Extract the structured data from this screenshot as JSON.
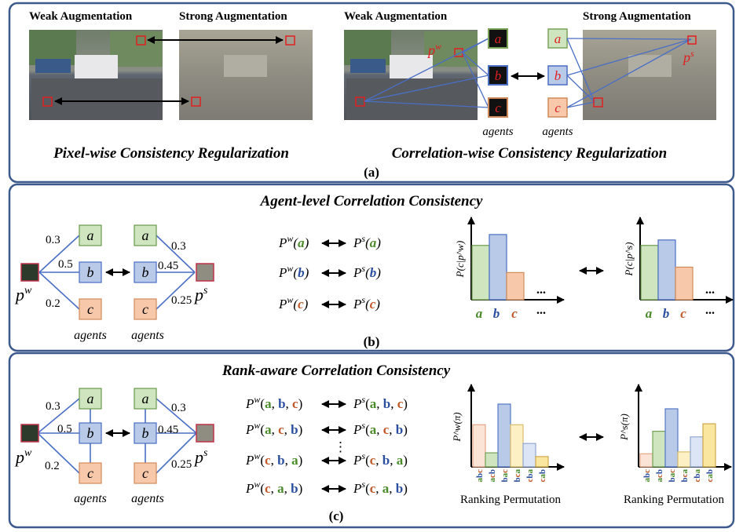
{
  "panel_a": {
    "weak_label_1": "Weak Augmentation",
    "strong_label_1": "Strong Augmentation",
    "weak_label_2": "Weak Augmentation",
    "strong_label_2": "Strong Augmentation",
    "title_left": "Pixel-wise Consistency Regularization",
    "title_right": "Correlation-wise Consistency Regularization",
    "pw": "p",
    "pw_sup": "w",
    "ps": "p",
    "ps_sup": "s",
    "agents": [
      "a",
      "b",
      "c"
    ],
    "agents_label": "agents",
    "caption": "(a)"
  },
  "panel_b": {
    "title": "Agent-level Correlation Consistency",
    "weights_left": [
      "0.3",
      "0.5",
      "0.2"
    ],
    "weights_right": [
      "0.3",
      "0.45",
      "0.25"
    ],
    "agents": [
      "a",
      "b",
      "c"
    ],
    "agents_label": "agents",
    "pw": "p",
    "pw_sup": "w",
    "ps": "p",
    "ps_sup": "s",
    "pairs": [
      {
        "left": "P",
        "left_sup": "w",
        "arg": "a",
        "right": "P",
        "right_sup": "s"
      },
      {
        "left": "P",
        "left_sup": "w",
        "arg": "b",
        "right": "P",
        "right_sup": "s"
      },
      {
        "left": "P",
        "left_sup": "w",
        "arg": "c",
        "right": "P",
        "right_sup": "s"
      }
    ],
    "hist_left_ylabel": "P(c|p^w)",
    "hist_right_ylabel": "P(c|p^s)",
    "hist_cats": [
      "a",
      "b",
      "c"
    ],
    "ellipsis": "...",
    "caption": "(b)"
  },
  "panel_c": {
    "title": "Rank-aware Correlation Consistency",
    "weights_left": [
      "0.3",
      "0.5",
      "0.2"
    ],
    "weights_right": [
      "0.3",
      "0.45",
      "0.25"
    ],
    "agents": [
      "a",
      "b",
      "c"
    ],
    "agents_label": "agents",
    "pw": "p",
    "pw_sup": "w",
    "ps": "p",
    "ps_sup": "s",
    "perm_rows": [
      [
        "a",
        "b",
        "c"
      ],
      [
        "a",
        "c",
        "b"
      ],
      [
        "c",
        "b",
        "a"
      ],
      [
        "c",
        "a",
        "b"
      ]
    ],
    "vdots": "⋮",
    "hist_left_ylabel": "P^w(π)",
    "hist_right_ylabel": "P^s(π)",
    "perm_labels": [
      "abc",
      "acb",
      "bac",
      "bca",
      "cba",
      "cab"
    ],
    "xlabel": "Ranking Permutation",
    "caption": "(c)"
  },
  "chart_data": [
    {
      "type": "bar",
      "ylabel": "P(c|p^w)",
      "categories": [
        "a",
        "b",
        "c"
      ],
      "values": [
        0.5,
        0.6,
        0.25
      ],
      "note": "relative heights as drawn"
    },
    {
      "type": "bar",
      "ylabel": "P(c|p^s)",
      "categories": [
        "a",
        "b",
        "c"
      ],
      "values": [
        0.5,
        0.55,
        0.3
      ]
    },
    {
      "type": "bar",
      "ylabel": "P^w(π)",
      "xlabel": "Ranking Permutation",
      "categories": [
        "abc",
        "acb",
        "bac",
        "bca",
        "cba",
        "cab"
      ],
      "values": [
        0.45,
        0.15,
        0.67,
        0.45,
        0.25,
        0.11
      ]
    },
    {
      "type": "bar",
      "ylabel": "P^s(π)",
      "xlabel": "Ranking Permutation",
      "categories": [
        "abc",
        "acb",
        "bac",
        "bca",
        "cba",
        "cab"
      ],
      "values": [
        0.14,
        0.38,
        0.62,
        0.16,
        0.32,
        0.46
      ]
    }
  ],
  "colors": {
    "frame": "#3e5a8c",
    "green_box": "#cfe5c0",
    "blue_box": "#b9c9e8",
    "orange_box": "#f8c8aa",
    "line": "#4a6fc4",
    "green_text": "#4a8a2a",
    "blue_text": "#2b4f9e",
    "orange_text": "#c0582a",
    "red": "#e02020"
  }
}
